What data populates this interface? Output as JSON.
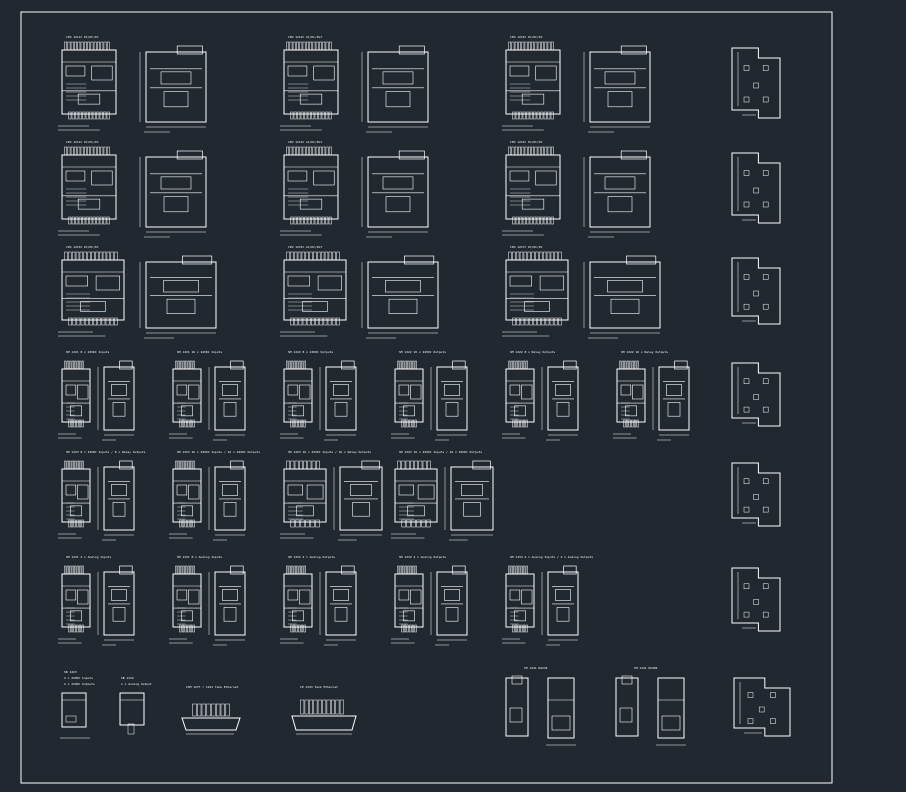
{
  "drawing": {
    "background": "#212830",
    "line_color": "#ffffff",
    "rows": [
      [
        {
          "id": "cpu1211c",
          "type": "cpu",
          "title": "CPU 1211C DC/DC/DC",
          "pair": true
        },
        {
          "id": "cpu1212c",
          "type": "cpu",
          "title": "CPU 1212C AC/DC/RLY",
          "pair": true
        },
        {
          "id": "cpu1214c",
          "type": "cpu",
          "title": "CPU 1214C DC/DC/DC",
          "pair": true
        },
        {
          "id": "side1",
          "type": "side",
          "title": ""
        }
      ],
      [
        {
          "id": "cpu1211c-b",
          "type": "cpu",
          "title": "CPU 1211C DC/DC/DC",
          "pair": true
        },
        {
          "id": "cpu1212c-b",
          "type": "cpu",
          "title": "CPU 1212C AC/DC/RLY",
          "pair": true
        },
        {
          "id": "cpu1214c-b",
          "type": "cpu",
          "title": "CPU 1214C DC/DC/DC",
          "pair": true
        },
        {
          "id": "side2",
          "type": "side",
          "title": ""
        }
      ],
      [
        {
          "id": "cpu1215c",
          "type": "cpu-wide",
          "title": "CPU 1215C DC/DC/DC",
          "pair": true
        },
        {
          "id": "cpu1215c-b",
          "type": "cpu-wide",
          "title": "CPU 1215C AC/DC/RLY",
          "pair": true
        },
        {
          "id": "cpu1217c",
          "type": "cpu-wide",
          "title": "CPU 1217C DC/DC/DC",
          "pair": true
        },
        {
          "id": "side3",
          "type": "side",
          "title": ""
        }
      ],
      [
        {
          "id": "sm1221-8",
          "type": "sm",
          "title": "SM 1221 8 x 24VDC Inputs"
        },
        {
          "id": "sm1221-16",
          "type": "sm",
          "title": "SM 1221 16 x 24VDC Inputs"
        },
        {
          "id": "sm1222-8",
          "type": "sm",
          "title": "SM 1222 8 x 24VDC Outputs"
        },
        {
          "id": "sm1222-16",
          "type": "sm",
          "title": "SM 1222 16 x 24VDC Outputs"
        },
        {
          "id": "sm1222-8r",
          "type": "sm",
          "title": "SM 1222 8 x Relay Outputs"
        },
        {
          "id": "sm1222-16r",
          "type": "sm",
          "title": "SM 1222 16 x Relay Outputs"
        },
        {
          "id": "side4",
          "type": "side",
          "title": ""
        }
      ],
      [
        {
          "id": "sm1223-8",
          "type": "sm",
          "title": "SM 1223 8 x 24VDC Inputs / 8 x Relay Outputs"
        },
        {
          "id": "sm1223-16",
          "type": "sm",
          "title": "SM 1223 16 x 24VDC Inputs / 16 x 24VDC Outputs"
        },
        {
          "id": "sm1223-16r",
          "type": "sm-wide",
          "title": "SM 1223 16 x 24VDC Inputs / 16 x Relay Outputs"
        },
        {
          "id": "sm1223-32",
          "type": "sm-wide",
          "title": "SM 1223 16 x 24VDC Inputs / 16 x 24VDC Outputs"
        },
        {
          "id": "side5",
          "type": "side",
          "title": ""
        }
      ],
      [
        {
          "id": "sm1231-4",
          "type": "sm",
          "title": "SM 1231 4 x Analog Inputs"
        },
        {
          "id": "sm1231-8",
          "type": "sm",
          "title": "SM 1231 8 x Analog Inputs"
        },
        {
          "id": "sm1232-2",
          "type": "sm",
          "title": "SM 1232 2 x Analog Outputs"
        },
        {
          "id": "sm1232-4",
          "type": "sm",
          "title": "SM 1232 4 x Analog Outputs"
        },
        {
          "id": "sm1234",
          "type": "sm",
          "title": "SM 1234 4 x Analog Inputs / 2 x Analog Outputs"
        },
        {
          "id": "side6",
          "type": "side",
          "title": ""
        }
      ]
    ],
    "bottom": {
      "sb1223": {
        "lines": [
          "SB 1223",
          "2 x 24VDC Inputs",
          "2 x 24VDC Outputs"
        ]
      },
      "sb1232": {
        "lines": [
          "SB 1232",
          "1 x Analog Output"
        ]
      },
      "cb1241": {
        "title": "CB 1241 RS485"
      },
      "cm1241": {
        "title": "CM 1241 RS485"
      },
      "cm1242": {
        "title": "CSM 1277 / 1241 Tenk Ethernet"
      },
      "cm1243": {
        "title": "CP 1243 Tenk Ethernet"
      },
      "cm1241a": {
        "title": "CM 1241 RS232"
      },
      "cm1241b": {
        "title": "CM 1241 RS485"
      }
    }
  }
}
